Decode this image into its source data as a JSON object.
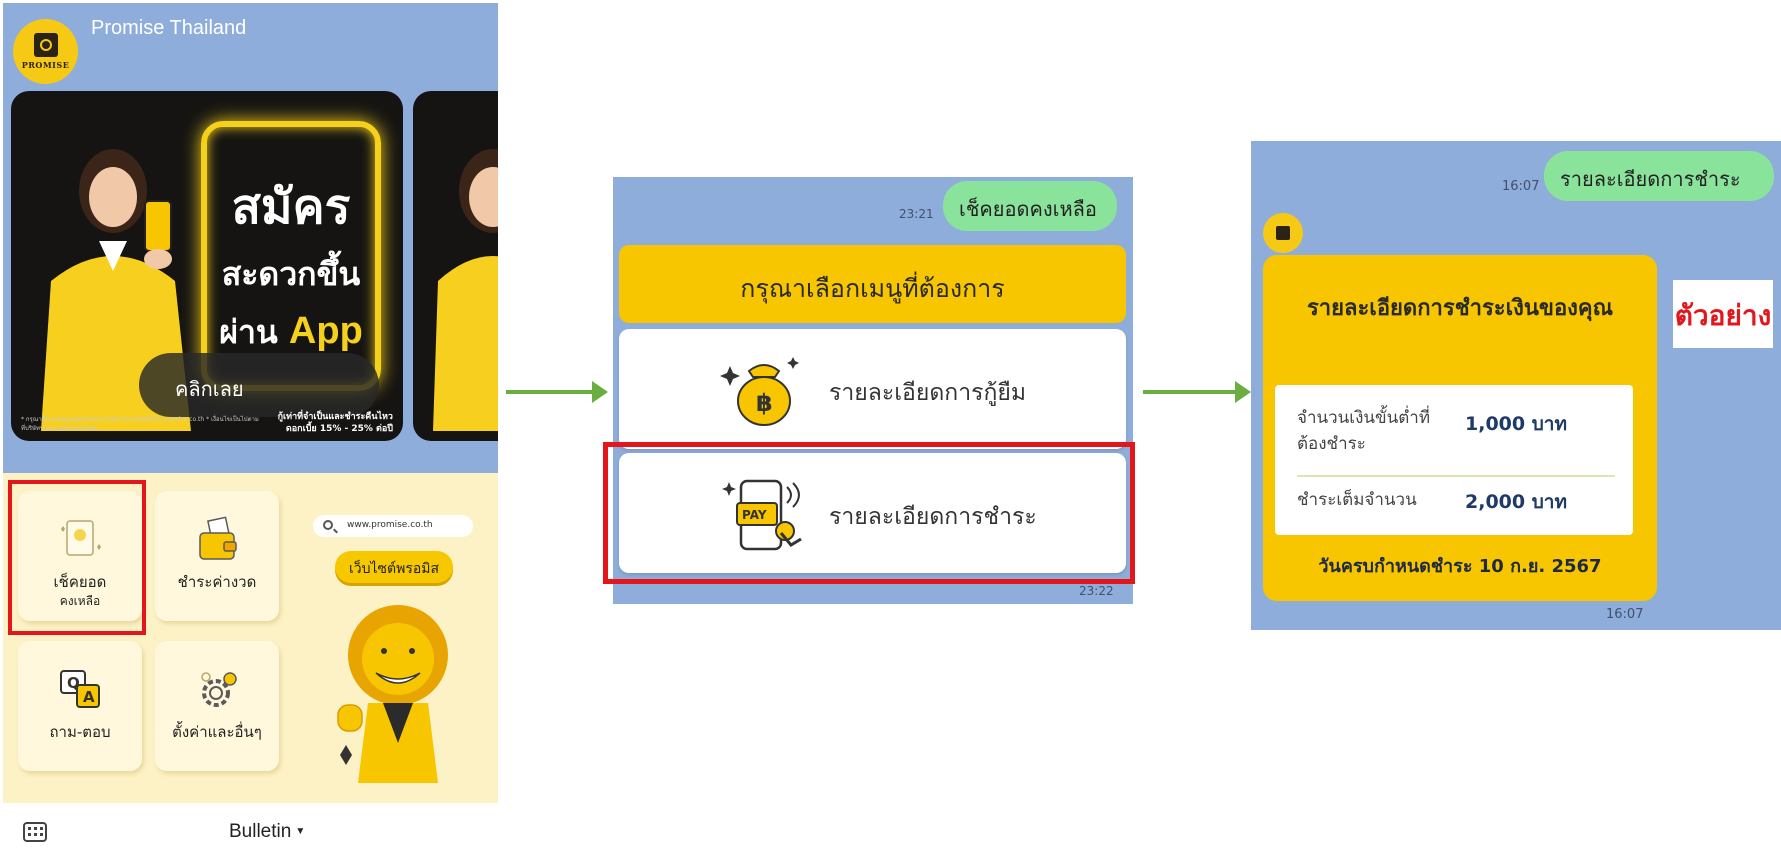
{
  "panel1": {
    "account_name": "Promise Thailand",
    "avatar_logo_text": "PROMISE",
    "banner": {
      "headline_line1": "สมัคร",
      "headline_line2": "สะดวกขึ้น",
      "headline_line3_prefix": "ผ่าน",
      "headline_line3_app": "App",
      "button_label": "คลิกเลย",
      "fine_print_left": "* กรุณาศึกษาข้อมูลผลิตภัณฑ์และเงื่อนไขก่อนตัดสินใจ promise.co.th * เงื่อนไขเป็นไปตามที่บริษัทฯ และกฎหมายกำหนด",
      "fine_print_right": "กู้เท่าที่จำเป็นและชำระคืนไหว ดอกเบี้ย 15% - 25% ต่อปี"
    },
    "menu": {
      "check_balance_label": "เช็คยอด",
      "check_balance_sub": "คงเหลือ",
      "pay_label": "ชำระค่างวด",
      "qa_label": "ถาม-ตอบ",
      "settings_label": "ตั้งค่าและอื่นๆ",
      "website_url": "www.promise.co.th",
      "website_button": "เว็บไซต์พรอมิส"
    },
    "bottom_bar": {
      "bulletin_label": "Bulletin"
    }
  },
  "panel2": {
    "sent_time": "23:21",
    "sent_message": "เช็คยอดคงเหลือ",
    "menu_title": "กรุณาเลือกเมนูที่ต้องการ",
    "loan_details_label": "รายละเอียดการกู้ยืม",
    "payment_details_label": "รายละเอียดการชำระ",
    "pay_icon_text": "PAY",
    "received_time": "23:22"
  },
  "panel3": {
    "sent_time": "16:07",
    "sent_message": "รายละเอียดการชำระ",
    "card_title": "รายละเอียดการชำระเงินของคุณ",
    "min_payment_label": "จำนวนเงินขั้นต่ำที่ต้องชำระ",
    "min_payment_value": "1,000 บาท",
    "full_payment_label": "ชำระเต็มจำนวน",
    "full_payment_value": "2,000 บาท",
    "due_date": "วันครบกำหนดชำระ 10 ก.ย. 2567",
    "received_time": "16:07",
    "sample_label": "ตัวอย่าง"
  },
  "colors": {
    "chat_background": "#8eaddb",
    "brand_yellow": "#f7c600",
    "sent_bubble": "#8ae39b",
    "highlight_red": "#e3161b",
    "arrow_green": "#6aae3f"
  }
}
